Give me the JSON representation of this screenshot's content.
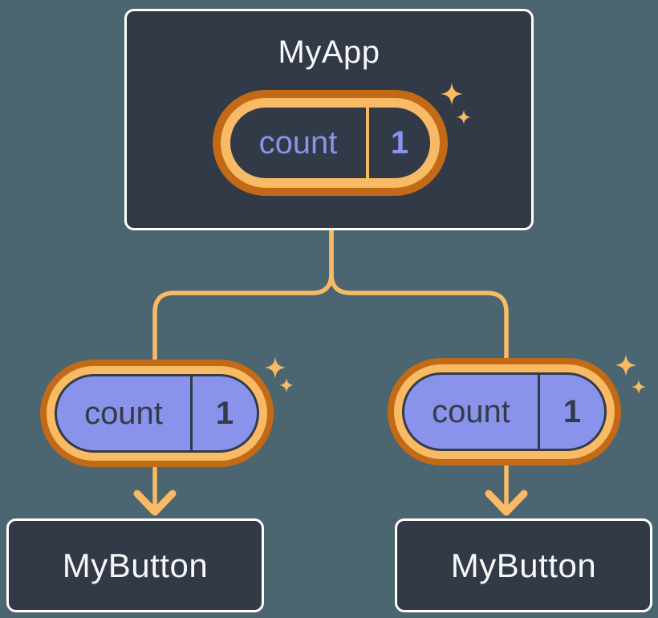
{
  "colors": {
    "background": "#4B6671",
    "card_fill": "#333A47",
    "card_border": "#FFFFFF",
    "card_text": "#F6F7F9",
    "ring_outer": "#C26A16",
    "ring_inner": "#F8BA64",
    "connector": "#F8BA64",
    "prop_fill": "#8A93EB",
    "prop_ink": "#343B48",
    "state_text": "#8A93EB"
  },
  "tree": {
    "root": {
      "label": "MyApp",
      "state_pill": {
        "key": "count",
        "value": "1"
      }
    },
    "children": [
      {
        "label": "MyButton",
        "prop_pill": {
          "key": "count",
          "value": "1"
        }
      },
      {
        "label": "MyButton",
        "prop_pill": {
          "key": "count",
          "value": "1"
        }
      }
    ]
  }
}
